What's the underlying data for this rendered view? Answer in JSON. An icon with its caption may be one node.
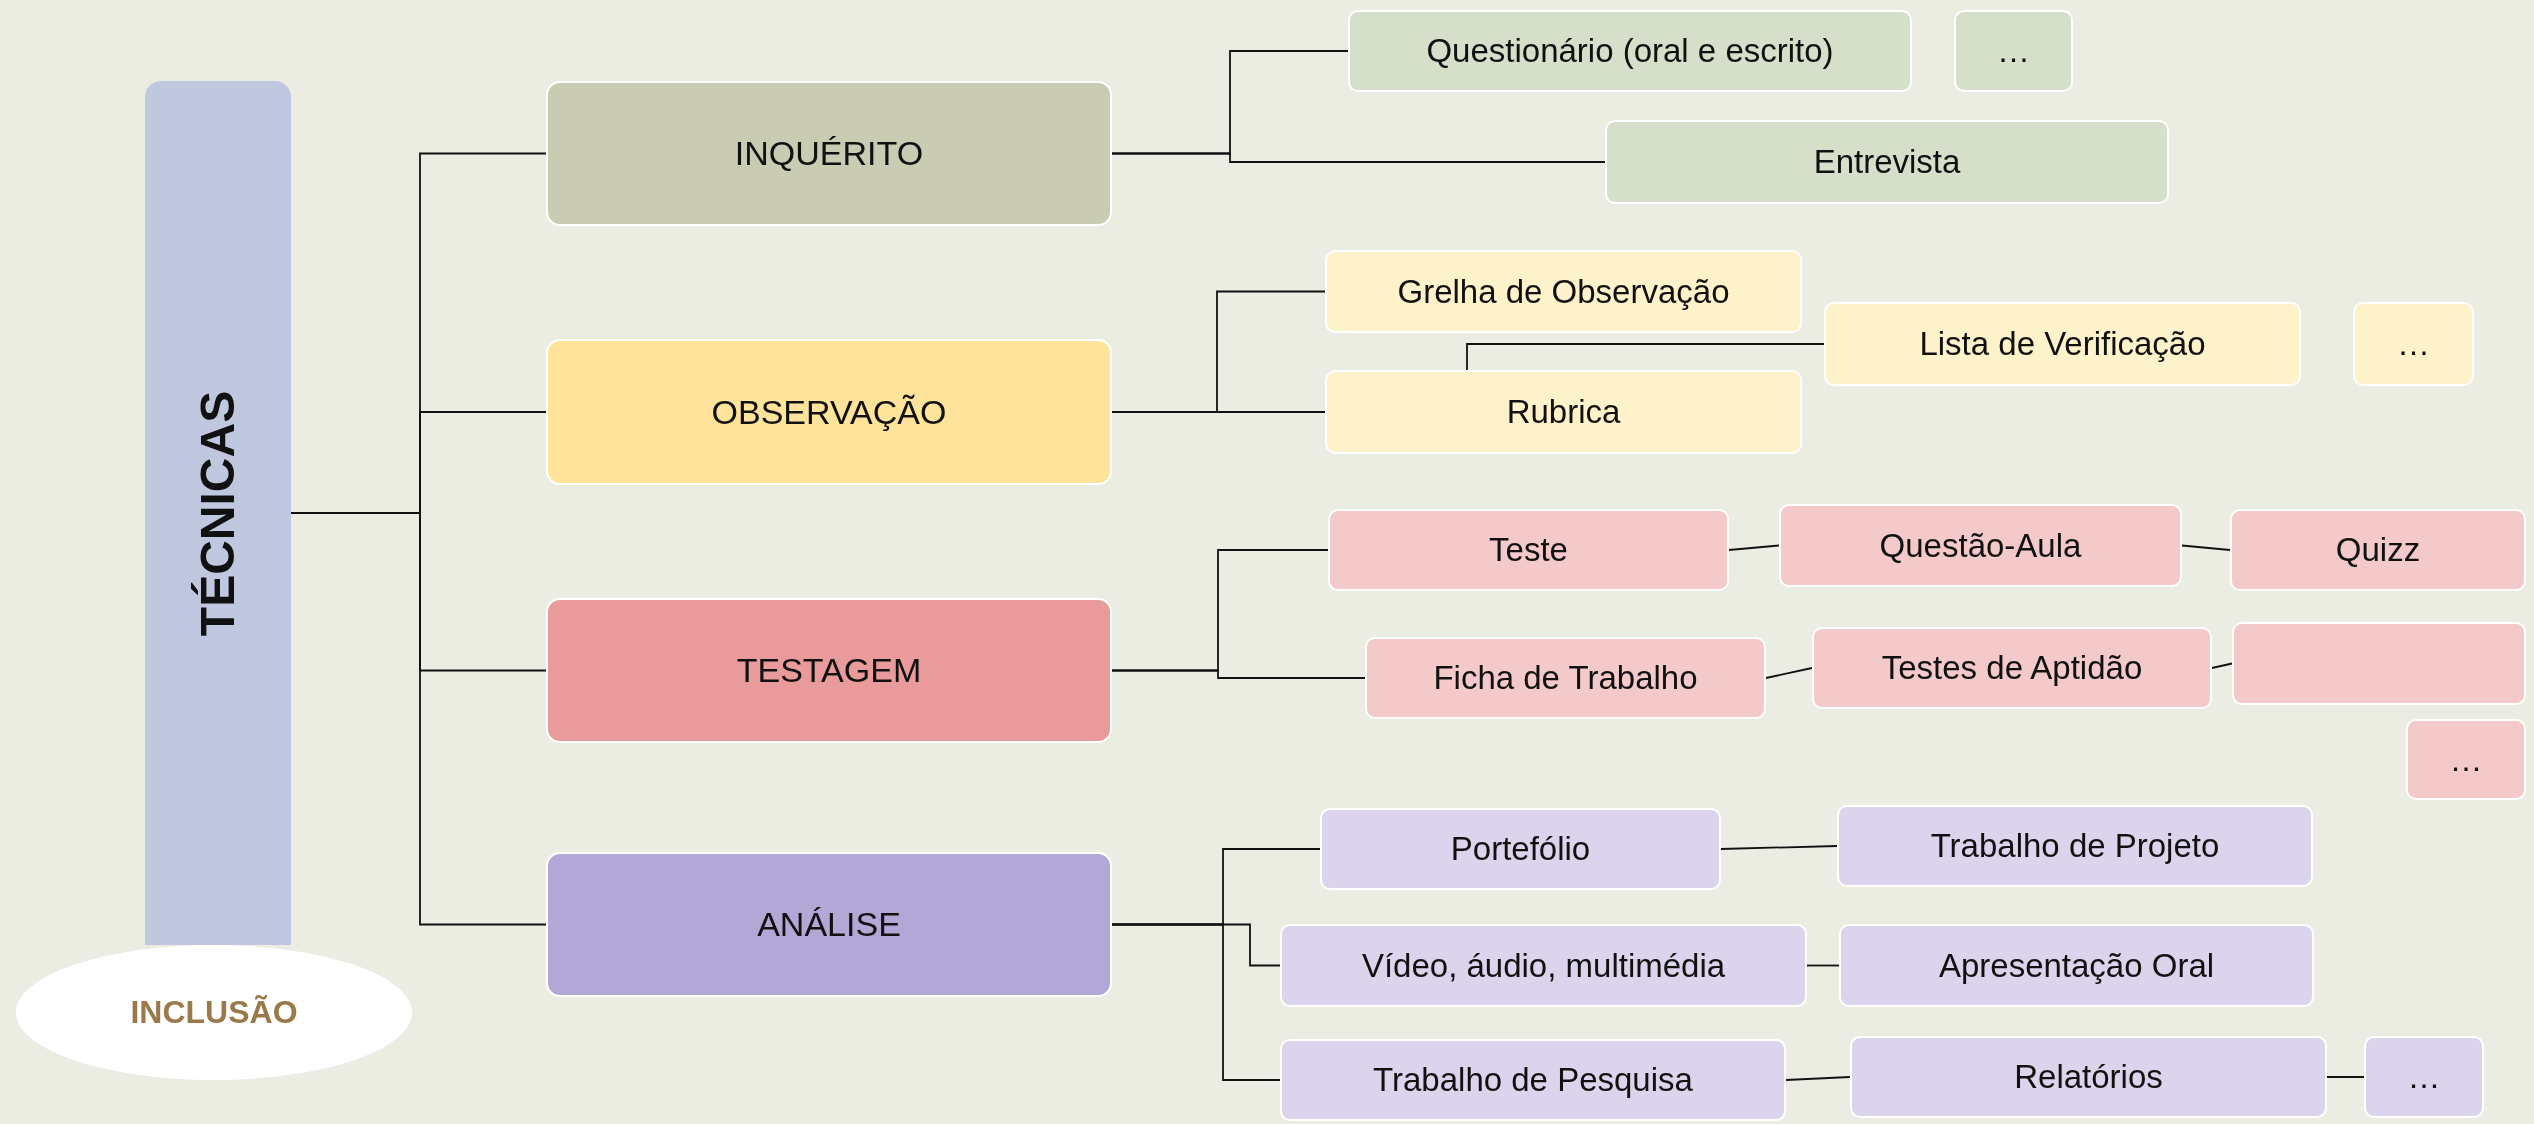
{
  "diagram": {
    "nodes": [
      {
        "text": [
          "TÉCNICAS"
        ]
      },
      {
        "text": [
          "INCLUSÃO"
        ]
      },
      {
        "text": [
          "INQUÉRITO"
        ]
      },
      {
        "text": [
          "Questionário (oral e escrito)"
        ]
      },
      {
        "text": [
          "…"
        ]
      },
      {
        "text": [
          "Entrevista"
        ]
      },
      {
        "text": [
          "OBSERVAÇÃO"
        ]
      },
      {
        "text": [
          "Grelha de Observação"
        ]
      },
      {
        "text": [
          "Lista de Verificação"
        ]
      },
      {
        "text": [
          "…"
        ]
      },
      {
        "text": [
          "Rubrica"
        ]
      },
      {
        "text": [
          "TESTAGEM"
        ]
      },
      {
        "text": [
          "Teste"
        ]
      },
      {
        "text": [
          "Questão-Aula"
        ]
      },
      {
        "text": [
          "Quizz"
        ]
      },
      {
        "text": [
          "Ficha de Trabalho"
        ]
      },
      {
        "text": [
          "Testes de Aptidão"
        ]
      },
      {
        "text": [],
        "shape": "box"
      },
      {
        "text": [
          "…"
        ]
      },
      {
        "text": [
          "ANÁLISE"
        ]
      },
      {
        "text": [
          "Portefólio"
        ]
      },
      {
        "text": [
          "Trabalho de Projeto"
        ]
      },
      {
        "text": [
          "Vídeo, áudio, multimédia"
        ]
      },
      {
        "text": [
          "Apresentação Oral"
        ]
      },
      {
        "text": [
          "Trabalho de Pesquisa"
        ]
      },
      {
        "text": [
          "Relatórios"
        ]
      },
      {
        "text": [
          "…"
        ]
      }
    ],
    "edges": [
      {
        "from": 0,
        "to": 2,
        "arrow": "none"
      },
      {
        "from": 0,
        "to": 6,
        "arrow": "none"
      },
      {
        "from": 0,
        "to": 11,
        "arrow": "none"
      },
      {
        "from": 0,
        "to": 19,
        "arrow": "none"
      },
      {
        "from": 2,
        "to": 3,
        "arrow": "none"
      },
      {
        "from": 2,
        "to": 5,
        "arrow": "none"
      },
      {
        "from": 6,
        "to": 7,
        "arrow": "none"
      },
      {
        "from": 6,
        "to": 10,
        "arrow": "none"
      },
      {
        "from": 10,
        "to": 8,
        "arrow": "none"
      },
      {
        "from": 11,
        "to": 12,
        "arrow": "none"
      },
      {
        "from": 11,
        "to": 15,
        "arrow": "none"
      },
      {
        "from": 12,
        "to": 13,
        "arrow": "none"
      },
      {
        "from": 13,
        "to": 14,
        "arrow": "none"
      },
      {
        "from": 15,
        "to": 16,
        "arrow": "none"
      },
      {
        "from": 16,
        "to": 17,
        "arrow": "none"
      },
      {
        "from": 19,
        "to": 20,
        "arrow": "none"
      },
      {
        "from": 19,
        "to": 22,
        "arrow": "none"
      },
      {
        "from": 19,
        "to": 24,
        "arrow": "none"
      },
      {
        "from": 20,
        "to": 21,
        "arrow": "none"
      },
      {
        "from": 22,
        "to": 23,
        "arrow": "none"
      },
      {
        "from": 24,
        "to": 25,
        "arrow": "none"
      },
      {
        "from": 25,
        "to": 26,
        "arrow": "none"
      }
    ]
  }
}
